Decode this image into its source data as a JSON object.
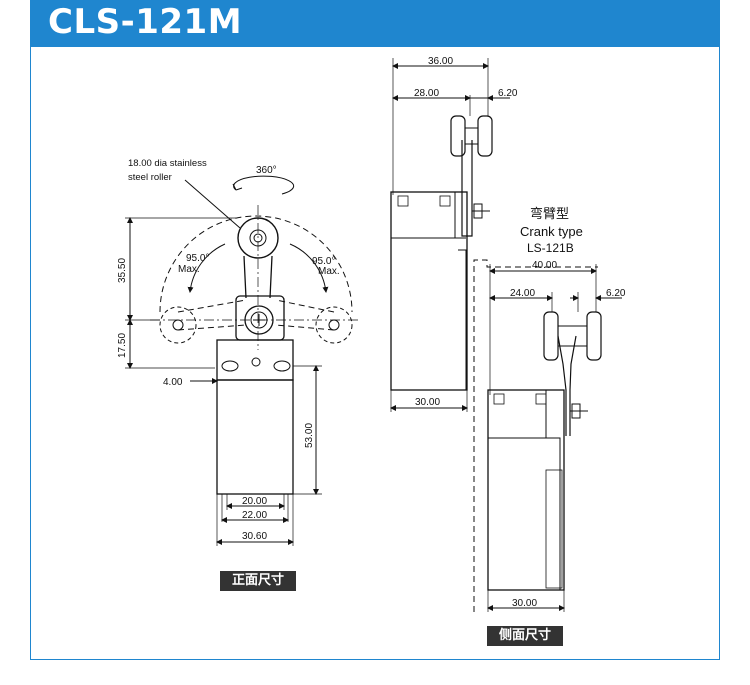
{
  "header": {
    "title": "CLS-121M"
  },
  "front_view": {
    "roller_note_line1": "18.00 dia stainless",
    "roller_note_line2": "steel roller",
    "rotation_label": "360°",
    "angle_left_value": "95.0°",
    "angle_left_max": "Max.",
    "angle_right_value": "95.0°",
    "angle_right_max": "Max.",
    "dim_35_50": "35.50",
    "dim_17_50": "17.50",
    "dim_4_00": "4.00",
    "dim_53_00": "53.00",
    "dim_20_00": "20.00",
    "dim_22_00": "22.00",
    "dim_30_60": "30.60",
    "caption": "正面尺寸"
  },
  "side_view": {
    "dim_36_00": "36.00",
    "dim_28_00": "28.00",
    "dim_6_20_top": "6.20",
    "dim_30_00_top": "30.00",
    "caption": "侧面尺寸"
  },
  "crank_view": {
    "label_cn": "弯臂型",
    "label_en": "Crank type",
    "model": "LS-121B",
    "dim_40_00": "40.00",
    "dim_24_00": "24.00",
    "dim_6_20": "6.20",
    "dim_30_00": "30.00"
  },
  "colors": {
    "accent": "#1f86cf",
    "caption_bg": "#333333"
  }
}
